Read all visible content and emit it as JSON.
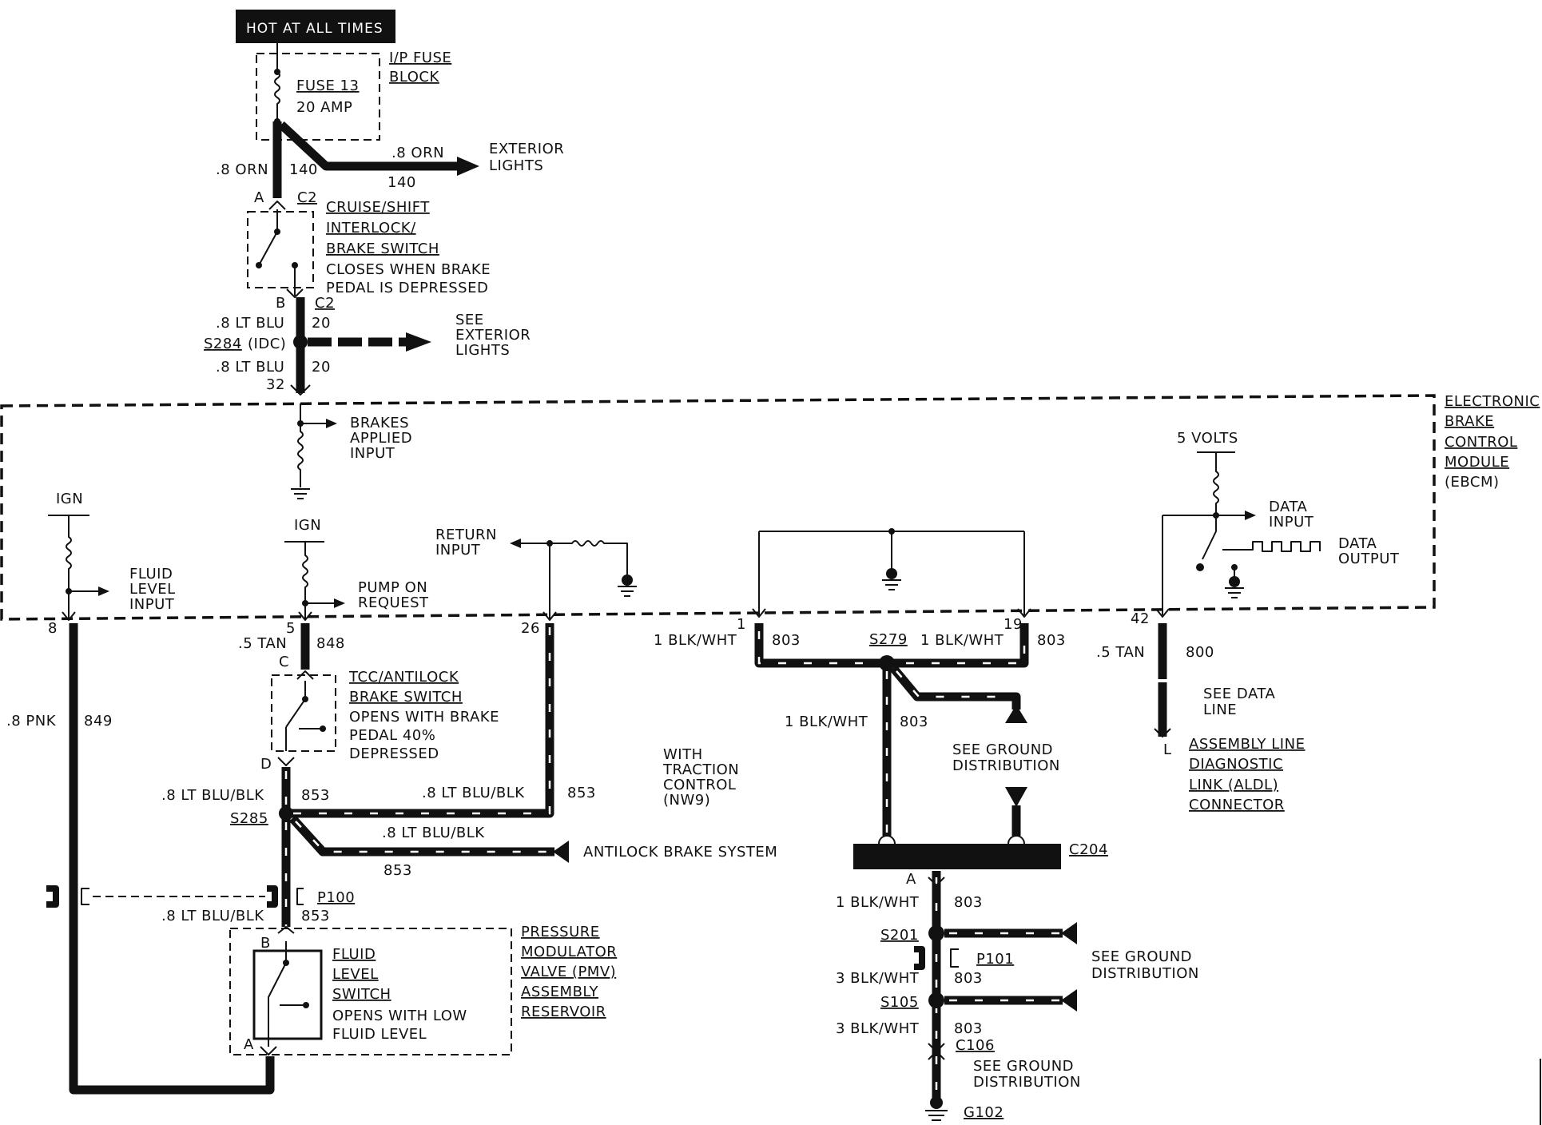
{
  "header": {
    "text": "HOT AT ALL TIMES"
  },
  "fuse_block": {
    "line1": "I/P FUSE",
    "line2": "BLOCK",
    "fuse": "FUSE 13",
    "rating": "20 AMP"
  },
  "ext_lights_feed": {
    "gauge": ".8 ORN",
    "circuit_left": "140",
    "circuit_right": "140",
    "gauge_left": ".8 ORN",
    "line1": "EXTERIOR",
    "line2": "LIGHTS"
  },
  "cruise_switch": {
    "conn_a": "A",
    "conn_c2_top": "C2",
    "conn_b": "B",
    "conn_c2_bottom": "C2",
    "line1": "CRUISE/SHIFT",
    "line2": "INTERLOCK/",
    "line3": "BRAKE SWITCH",
    "note1": "CLOSES WHEN BRAKE",
    "note2": "PEDAL IS DEPRESSED"
  },
  "s284": {
    "gauge_top": ".8 LT BLU",
    "circuit_top": "20",
    "splice": "S284",
    "splice_note": "(IDC)",
    "gauge_bottom": ".8 LT BLU",
    "circuit_bottom": "20",
    "pin": "32",
    "see1": "SEE",
    "see2": "EXTERIOR",
    "see3": "LIGHTS"
  },
  "ebcm": {
    "line1": "ELECTRONIC",
    "line2": "BRAKE",
    "line3": "CONTROL",
    "line4": "MODULE",
    "line5": "(EBCM)",
    "brakes_applied": [
      "BRAKES",
      "APPLIED",
      "INPUT"
    ],
    "ign_left": "IGN",
    "fluid_level": [
      "FLUID",
      "LEVEL",
      "INPUT"
    ],
    "ign_mid": "IGN",
    "pump_on": [
      "PUMP ON",
      "REQUEST"
    ],
    "return_input": [
      "RETURN",
      "INPUT"
    ],
    "five_volts": "5 VOLTS",
    "data_input": [
      "DATA",
      "INPUT"
    ],
    "data_output": [
      "DATA",
      "OUTPUT"
    ],
    "pins": {
      "p8": "8",
      "p5": "5",
      "p26": "26",
      "p1": "1",
      "p19": "19",
      "p42": "42"
    }
  },
  "pnk_wire": {
    "gauge": ".8 PNK",
    "circuit": "849"
  },
  "tan_wire": {
    "gauge": ".5 TAN",
    "circuit": "848"
  },
  "tcc_switch": {
    "conn_c": "C",
    "conn_d": "D",
    "line1": "TCC/ANTILOCK",
    "line2": "BRAKE SWITCH",
    "note1": "OPENS WITH BRAKE",
    "note2": "PEDAL 40%",
    "note3": "DEPRESSED"
  },
  "s285": {
    "gauge_left": ".8 LT BLU/BLK",
    "circuit_left": "853",
    "gauge_right": ".8 LT BLU/BLK",
    "circuit_right": "853",
    "splice": "S285",
    "gauge_abs": ".8 LT BLU/BLK",
    "circuit_abs": "853",
    "abs_label": "ANTILOCK BRAKE SYSTEM"
  },
  "traction": {
    "line1": "WITH",
    "line2": "TRACTION",
    "line3": "CONTROL",
    "line4": "(NW9)"
  },
  "p100": {
    "connector": "P100",
    "gauge": ".8 LT BLU/BLK",
    "circuit": "853"
  },
  "pmv": {
    "conn_b": "B",
    "conn_a": "A",
    "switch1": "FLUID",
    "switch2": "LEVEL",
    "switch3": "SWITCH",
    "note1": "OPENS WITH LOW",
    "note2": "FLUID LEVEL",
    "label1": "PRESSURE",
    "label2": "MODULATOR",
    "label3": "VALVE (PMV)",
    "label4": "ASSEMBLY",
    "label5": "RESERVOIR"
  },
  "ground_bus": {
    "gauge_1": "1 BLK/WHT",
    "circuit_1": "803",
    "gauge_19": "1 BLK/WHT",
    "circuit_19": "803",
    "splice": "S279",
    "gauge_down": "1 BLK/WHT",
    "circuit_down": "803",
    "see_ground1": "SEE GROUND",
    "see_ground2": "DISTRIBUTION",
    "c204": "C204",
    "conn_a": "A"
  },
  "lower_ground": {
    "gauge_a": "1 BLK/WHT",
    "circuit_a": "803",
    "s201": "S201",
    "p101": "P101",
    "gauge_b": "3 BLK/WHT",
    "circuit_b": "803",
    "s105": "S105",
    "gauge_c": "3 BLK/WHT",
    "circuit_c": "803",
    "c106": "C106",
    "see1": "SEE GROUND",
    "see2": "DISTRIBUTION",
    "see3": "SEE GROUND",
    "see4": "DISTRIBUTION",
    "g102": "G102"
  },
  "data_line": {
    "gauge": ".5 TAN",
    "circuit": "800",
    "see1": "SEE DATA",
    "see2": "LINE",
    "pin_l": "L",
    "aldl1": "ASSEMBLY LINE",
    "aldl2": "DIAGNOSTIC",
    "aldl3": "LINK (ALDL)",
    "aldl4": "CONNECTOR"
  }
}
